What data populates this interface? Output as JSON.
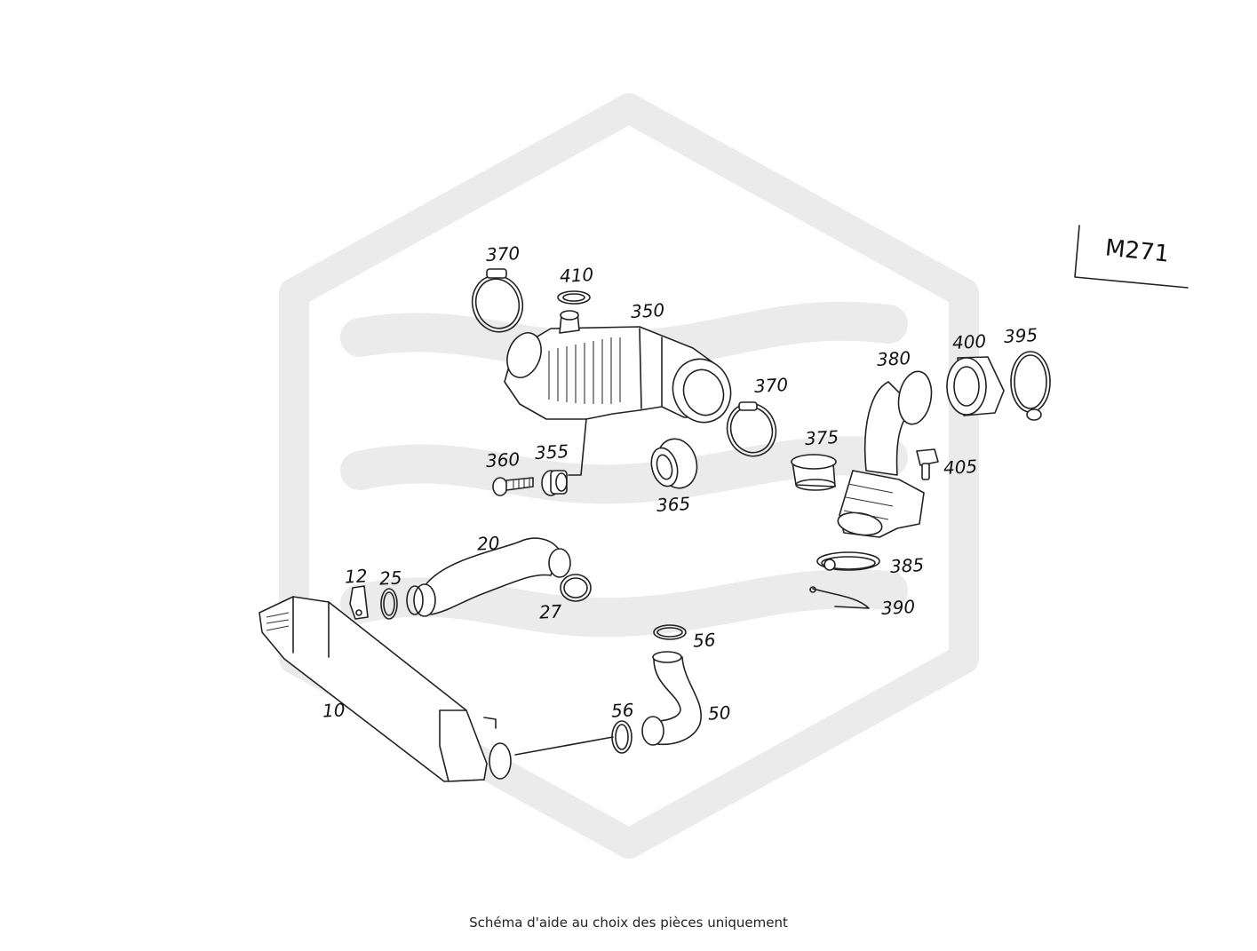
{
  "engine_code": "M271",
  "footer_text": "Schéma d'aide au choix des pièces uniquement",
  "watermark": "hexagon-logo-watermark",
  "parts": [
    {
      "ref": "370",
      "name": "clamp"
    },
    {
      "ref": "410",
      "name": "clip"
    },
    {
      "ref": "350",
      "name": "air-housing"
    },
    {
      "ref": "370b",
      "label": "370",
      "name": "clamp"
    },
    {
      "ref": "360",
      "name": "bolt"
    },
    {
      "ref": "355",
      "name": "valve-fitting"
    },
    {
      "ref": "365",
      "name": "seal-ring"
    },
    {
      "ref": "375",
      "name": "connector-sleeve"
    },
    {
      "ref": "380",
      "name": "intake-pipe"
    },
    {
      "ref": "400",
      "name": "sleeve"
    },
    {
      "ref": "395",
      "name": "clamp"
    },
    {
      "ref": "405",
      "name": "bolt"
    },
    {
      "ref": "385",
      "name": "hose-clamp"
    },
    {
      "ref": "390",
      "name": "spring-clip"
    },
    {
      "ref": "20",
      "name": "charge-air-hose"
    },
    {
      "ref": "12",
      "name": "bracket-clip"
    },
    {
      "ref": "25",
      "name": "o-ring"
    },
    {
      "ref": "27",
      "name": "o-ring"
    },
    {
      "ref": "10",
      "name": "intercooler"
    },
    {
      "ref": "56",
      "name": "o-ring"
    },
    {
      "ref": "56b",
      "label": "56",
      "name": "o-ring"
    },
    {
      "ref": "50",
      "name": "charge-air-pipe"
    }
  ],
  "labels": {
    "p370": "370",
    "p410": "410",
    "p350": "350",
    "p370b": "370",
    "p360": "360",
    "p355": "355",
    "p365": "365",
    "p375": "375",
    "p380": "380",
    "p400": "400",
    "p395": "395",
    "p405": "405",
    "p385": "385",
    "p390": "390",
    "p20": "20",
    "p12": "12",
    "p25": "25",
    "p27": "27",
    "p10": "10",
    "p56a": "56",
    "p56b": "56",
    "p50": "50"
  }
}
